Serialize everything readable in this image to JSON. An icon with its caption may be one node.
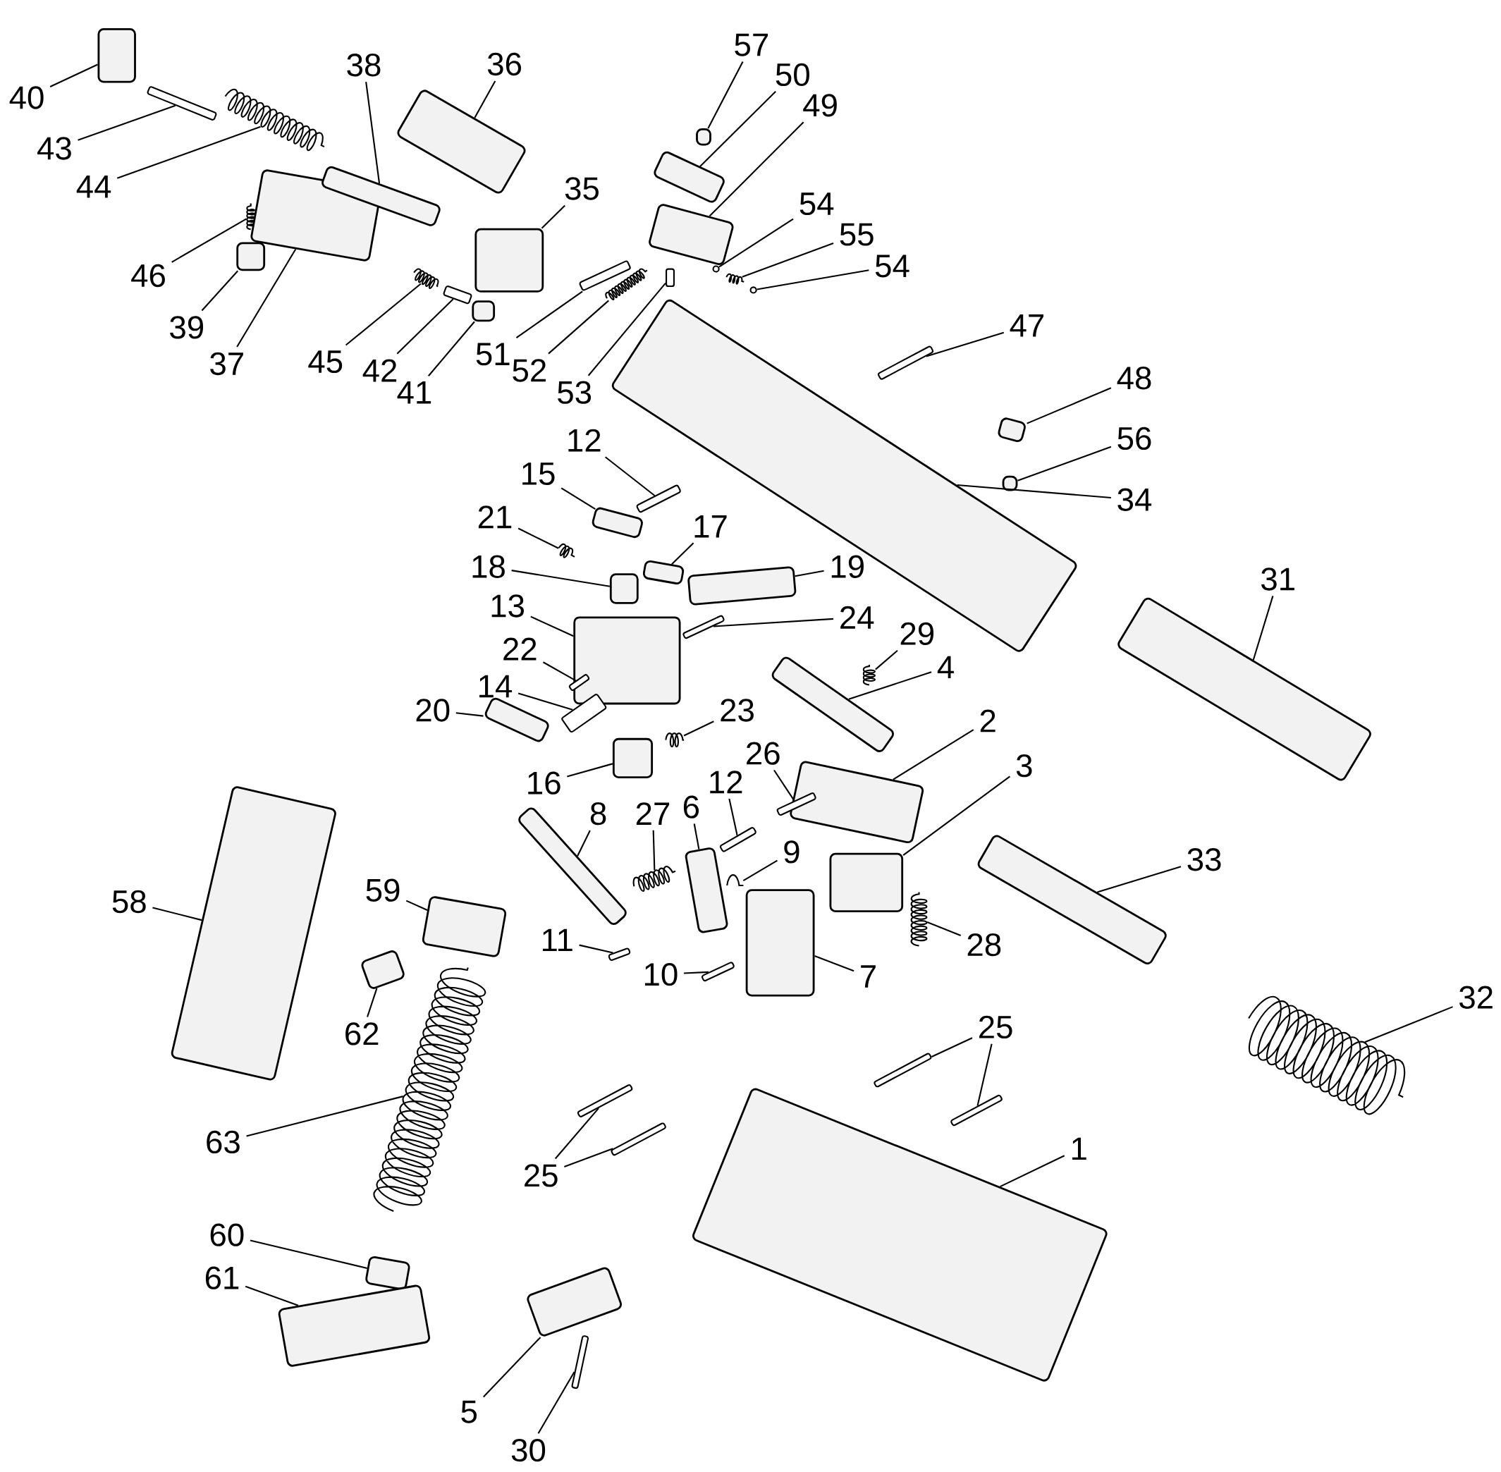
{
  "diagram": {
    "nodes": [
      {
        "text": [
          "40"
        ]
      },
      {
        "text": [],
        "shape": "box"
      },
      {
        "text": [
          "43"
        ]
      },
      {
        "text": [],
        "shape": "bar"
      },
      {
        "text": [
          "44"
        ]
      },
      {
        "text": [],
        "shape": "spring"
      },
      {
        "text": [
          "46"
        ]
      },
      {
        "text": [],
        "shape": "spring"
      },
      {
        "text": [
          "39"
        ]
      },
      {
        "text": [],
        "shape": "box"
      },
      {
        "text": [
          "37"
        ]
      },
      {
        "text": [],
        "shape": "box"
      },
      {
        "text": [
          "38"
        ]
      },
      {
        "text": [],
        "shape": "box"
      },
      {
        "text": [
          "36"
        ]
      },
      {
        "text": [],
        "shape": "box"
      },
      {
        "text": [
          "35"
        ]
      },
      {
        "text": [],
        "shape": "box"
      },
      {
        "text": [
          "45"
        ]
      },
      {
        "text": [],
        "shape": "spring"
      },
      {
        "text": [
          "42"
        ]
      },
      {
        "text": [],
        "shape": "bar"
      },
      {
        "text": [
          "41"
        ]
      },
      {
        "text": [],
        "shape": "box"
      },
      {
        "text": [
          "51"
        ]
      },
      {
        "text": [],
        "shape": "bar"
      },
      {
        "text": [
          "52"
        ]
      },
      {
        "text": [],
        "shape": "spring"
      },
      {
        "text": [
          "53"
        ]
      },
      {
        "text": [],
        "shape": "bar"
      },
      {
        "text": [
          "57"
        ]
      },
      {
        "text": [],
        "shape": "box"
      },
      {
        "text": [
          "50"
        ]
      },
      {
        "text": [],
        "shape": "box"
      },
      {
        "text": [
          "49"
        ]
      },
      {
        "text": [],
        "shape": "box"
      },
      {
        "text": [
          "54"
        ]
      },
      {
        "text": [],
        "shape": "circle"
      },
      {
        "text": [
          "55"
        ]
      },
      {
        "text": [],
        "shape": "spring"
      },
      {
        "text": [
          "54"
        ]
      },
      {
        "text": [],
        "shape": "circle"
      },
      {
        "text": [
          "47"
        ]
      },
      {
        "text": [],
        "shape": "bar"
      },
      {
        "text": [
          "48"
        ]
      },
      {
        "text": [],
        "shape": "box"
      },
      {
        "text": [
          "56"
        ]
      },
      {
        "text": [],
        "shape": "box"
      },
      {
        "text": [
          "34"
        ]
      },
      {
        "text": [],
        "shape": "box"
      },
      {
        "text": [
          "31"
        ]
      },
      {
        "text": [],
        "shape": "box"
      },
      {
        "text": [
          "12"
        ]
      },
      {
        "text": [],
        "shape": "bar"
      },
      {
        "text": [
          "15"
        ]
      },
      {
        "text": [],
        "shape": "box"
      },
      {
        "text": [
          "21"
        ]
      },
      {
        "text": [],
        "shape": "spring"
      },
      {
        "text": [
          "17"
        ]
      },
      {
        "text": [],
        "shape": "box"
      },
      {
        "text": [
          "18"
        ]
      },
      {
        "text": [],
        "shape": "box"
      },
      {
        "text": [
          "19"
        ]
      },
      {
        "text": [],
        "shape": "box"
      },
      {
        "text": [
          "13"
        ]
      },
      {
        "text": [],
        "shape": "box"
      },
      {
        "text": [
          "24"
        ]
      },
      {
        "text": [],
        "shape": "bar"
      },
      {
        "text": [
          "22"
        ]
      },
      {
        "text": [],
        "shape": "bar"
      },
      {
        "text": [
          "14"
        ]
      },
      {
        "text": [],
        "shape": "bar"
      },
      {
        "text": [
          "20"
        ]
      },
      {
        "text": [],
        "shape": "box"
      },
      {
        "text": [
          "29"
        ]
      },
      {
        "text": [],
        "shape": "spring"
      },
      {
        "text": [
          "4"
        ]
      },
      {
        "text": [],
        "shape": "box"
      },
      {
        "text": [
          "23"
        ]
      },
      {
        "text": [],
        "shape": "spring"
      },
      {
        "text": [
          "2"
        ]
      },
      {
        "text": [],
        "shape": "box"
      },
      {
        "text": [
          "16"
        ]
      },
      {
        "text": [],
        "shape": "box"
      },
      {
        "text": [
          "26"
        ]
      },
      {
        "text": [],
        "shape": "bar"
      },
      {
        "text": [
          "3"
        ]
      },
      {
        "text": [],
        "shape": "box"
      },
      {
        "text": [
          "8"
        ]
      },
      {
        "text": [],
        "shape": "box"
      },
      {
        "text": [
          "27"
        ]
      },
      {
        "text": [],
        "shape": "spring"
      },
      {
        "text": [
          "6"
        ]
      },
      {
        "text": [],
        "shape": "box"
      },
      {
        "text": [
          "12"
        ]
      },
      {
        "text": [],
        "shape": "bar"
      },
      {
        "text": [
          "9"
        ]
      },
      {
        "text": [],
        "shape": "spring"
      },
      {
        "text": [
          "33"
        ]
      },
      {
        "text": [],
        "shape": "box"
      },
      {
        "text": [
          "58"
        ]
      },
      {
        "text": [],
        "shape": "box"
      },
      {
        "text": [
          "59"
        ]
      },
      {
        "text": [],
        "shape": "box"
      },
      {
        "text": [
          "28"
        ]
      },
      {
        "text": [],
        "shape": "spring"
      },
      {
        "text": [
          "11"
        ]
      },
      {
        "text": [],
        "shape": "bar"
      },
      {
        "text": [
          "10"
        ]
      },
      {
        "text": [],
        "shape": "bar"
      },
      {
        "text": [
          "7"
        ]
      },
      {
        "text": [],
        "shape": "box"
      },
      {
        "text": [
          "62"
        ]
      },
      {
        "text": [],
        "shape": "box"
      },
      {
        "text": [
          "32"
        ]
      },
      {
        "text": [],
        "shape": "spring"
      },
      {
        "text": [
          "25"
        ]
      },
      {
        "text": [],
        "shape": "bar"
      },
      {
        "text": [],
        "shape": "bar"
      },
      {
        "text": [
          "25"
        ]
      },
      {
        "text": [],
        "shape": "bar"
      },
      {
        "text": [],
        "shape": "bar"
      },
      {
        "text": [
          "1"
        ]
      },
      {
        "text": [],
        "shape": "box"
      },
      {
        "text": [
          "63"
        ]
      },
      {
        "text": [],
        "shape": "spring"
      },
      {
        "text": [
          "60"
        ]
      },
      {
        "text": [],
        "shape": "box"
      },
      {
        "text": [
          "61"
        ]
      },
      {
        "text": [],
        "shape": "box"
      },
      {
        "text": [
          "5"
        ]
      },
      {
        "text": [],
        "shape": "box"
      },
      {
        "text": [
          "30"
        ]
      },
      {
        "text": [],
        "shape": "bar"
      }
    ],
    "edges": [
      {
        "from": 0,
        "to": 1,
        "arrow": "none"
      },
      {
        "from": 2,
        "to": 3,
        "arrow": "none"
      },
      {
        "from": 4,
        "to": 5,
        "arrow": "none"
      },
      {
        "from": 6,
        "to": 7,
        "arrow": "none"
      },
      {
        "from": 8,
        "to": 9,
        "arrow": "none"
      },
      {
        "from": 10,
        "to": 11,
        "arrow": "none"
      },
      {
        "from": 12,
        "to": 13,
        "arrow": "none"
      },
      {
        "from": 14,
        "to": 15,
        "arrow": "none"
      },
      {
        "from": 16,
        "to": 17,
        "arrow": "none"
      },
      {
        "from": 18,
        "to": 19,
        "arrow": "none"
      },
      {
        "from": 20,
        "to": 21,
        "arrow": "none"
      },
      {
        "from": 22,
        "to": 23,
        "arrow": "none"
      },
      {
        "from": 24,
        "to": 25,
        "arrow": "none"
      },
      {
        "from": 26,
        "to": 27,
        "arrow": "none"
      },
      {
        "from": 28,
        "to": 29,
        "arrow": "none"
      },
      {
        "from": 30,
        "to": 31,
        "arrow": "none"
      },
      {
        "from": 32,
        "to": 33,
        "arrow": "none"
      },
      {
        "from": 34,
        "to": 35,
        "arrow": "none"
      },
      {
        "from": 36,
        "to": 37,
        "arrow": "none"
      },
      {
        "from": 38,
        "to": 39,
        "arrow": "none"
      },
      {
        "from": 40,
        "to": 41,
        "arrow": "none"
      },
      {
        "from": 42,
        "to": 43,
        "arrow": "none"
      },
      {
        "from": 44,
        "to": 45,
        "arrow": "none"
      },
      {
        "from": 46,
        "to": 47,
        "arrow": "none"
      },
      {
        "from": 48,
        "to": 49,
        "arrow": "none"
      },
      {
        "from": 50,
        "to": 51,
        "arrow": "none"
      },
      {
        "from": 52,
        "to": 53,
        "arrow": "none"
      },
      {
        "from": 54,
        "to": 55,
        "arrow": "none"
      },
      {
        "from": 56,
        "to": 57,
        "arrow": "none"
      },
      {
        "from": 58,
        "to": 59,
        "arrow": "none"
      },
      {
        "from": 60,
        "to": 61,
        "arrow": "none"
      },
      {
        "from": 62,
        "to": 63,
        "arrow": "none"
      },
      {
        "from": 64,
        "to": 65,
        "arrow": "none"
      },
      {
        "from": 66,
        "to": 67,
        "arrow": "none"
      },
      {
        "from": 68,
        "to": 69,
        "arrow": "none"
      },
      {
        "from": 70,
        "to": 71,
        "arrow": "none"
      },
      {
        "from": 72,
        "to": 73,
        "arrow": "none"
      },
      {
        "from": 74,
        "to": 75,
        "arrow": "none"
      },
      {
        "from": 76,
        "to": 77,
        "arrow": "none"
      },
      {
        "from": 78,
        "to": 79,
        "arrow": "none"
      },
      {
        "from": 80,
        "to": 81,
        "arrow": "none"
      },
      {
        "from": 82,
        "to": 83,
        "arrow": "none"
      },
      {
        "from": 84,
        "to": 85,
        "arrow": "none"
      },
      {
        "from": 86,
        "to": 87,
        "arrow": "none"
      },
      {
        "from": 88,
        "to": 89,
        "arrow": "none"
      },
      {
        "from": 90,
        "to": 91,
        "arrow": "none"
      },
      {
        "from": 92,
        "to": 93,
        "arrow": "none"
      },
      {
        "from": 94,
        "to": 95,
        "arrow": "none"
      },
      {
        "from": 96,
        "to": 97,
        "arrow": "none"
      },
      {
        "from": 98,
        "to": 99,
        "arrow": "none"
      },
      {
        "from": 100,
        "to": 101,
        "arrow": "none"
      },
      {
        "from": 102,
        "to": 103,
        "arrow": "none"
      },
      {
        "from": 104,
        "to": 105,
        "arrow": "none"
      },
      {
        "from": 106,
        "to": 107,
        "arrow": "none"
      },
      {
        "from": 108,
        "to": 109,
        "arrow": "none"
      },
      {
        "from": 110,
        "to": 111,
        "arrow": "none"
      },
      {
        "from": 112,
        "to": 113,
        "arrow": "none"
      },
      {
        "from": 114,
        "to": 115,
        "arrow": "none"
      },
      {
        "from": 116,
        "to": 117,
        "arrow": "none"
      },
      {
        "from": 116,
        "to": 118,
        "arrow": "none"
      },
      {
        "from": 119,
        "to": 120,
        "arrow": "none"
      },
      {
        "from": 119,
        "to": 121,
        "arrow": "none"
      },
      {
        "from": 122,
        "to": 123,
        "arrow": "none"
      },
      {
        "from": 124,
        "to": 125,
        "arrow": "none"
      },
      {
        "from": 126,
        "to": 127,
        "arrow": "none"
      },
      {
        "from": 128,
        "to": 129,
        "arrow": "none"
      },
      {
        "from": 130,
        "to": 131,
        "arrow": "none"
      },
      {
        "from": 132,
        "to": 133,
        "arrow": "none"
      }
    ]
  }
}
